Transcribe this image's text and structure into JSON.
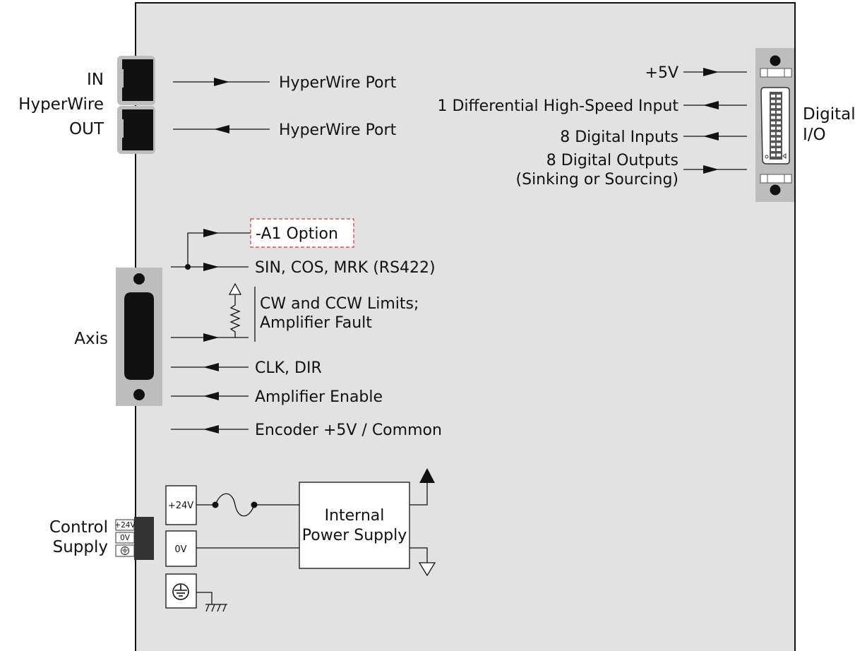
{
  "hyperwire": {
    "in_label": "IN",
    "title_label": "HyperWire",
    "out_label": "OUT",
    "in_port_label": "HyperWire Port",
    "out_port_label": "HyperWire Port"
  },
  "digital_io": {
    "title_line1": "Digital",
    "title_line2": "I/O",
    "plus5v_label": "+5V",
    "diff_input_label": "1 Differential High-Speed Input",
    "inputs_label": "8 Digital Inputs",
    "outputs_label_line1": "8 Digital Outputs",
    "outputs_label_line2": "(Sinking or Sourcing)"
  },
  "axis": {
    "title": "Axis",
    "option_label": "-A1 Option",
    "sin_cos_label": "SIN, COS, MRK (RS422)",
    "limits_label_line1": "CW and CCW Limits;",
    "limits_label_line2": "Amplifier Fault",
    "clk_dir_label": "CLK, DIR",
    "amp_enable_label": "Amplifier Enable",
    "encoder_label": "Encoder +5V / Common"
  },
  "control_supply": {
    "title_line1": "Control",
    "title_line2": "Supply",
    "plug_24v": "+24V",
    "plug_0v": "0V",
    "term_24v": "+24V",
    "term_0v": "0V",
    "psu_line1": "Internal",
    "psu_line2": "Power Supply"
  },
  "colors": {
    "panel": "#e2e2e2",
    "connector": "#bdbdbd",
    "port": "#111111",
    "option_border": "#d9534f",
    "plug": "#333333"
  }
}
